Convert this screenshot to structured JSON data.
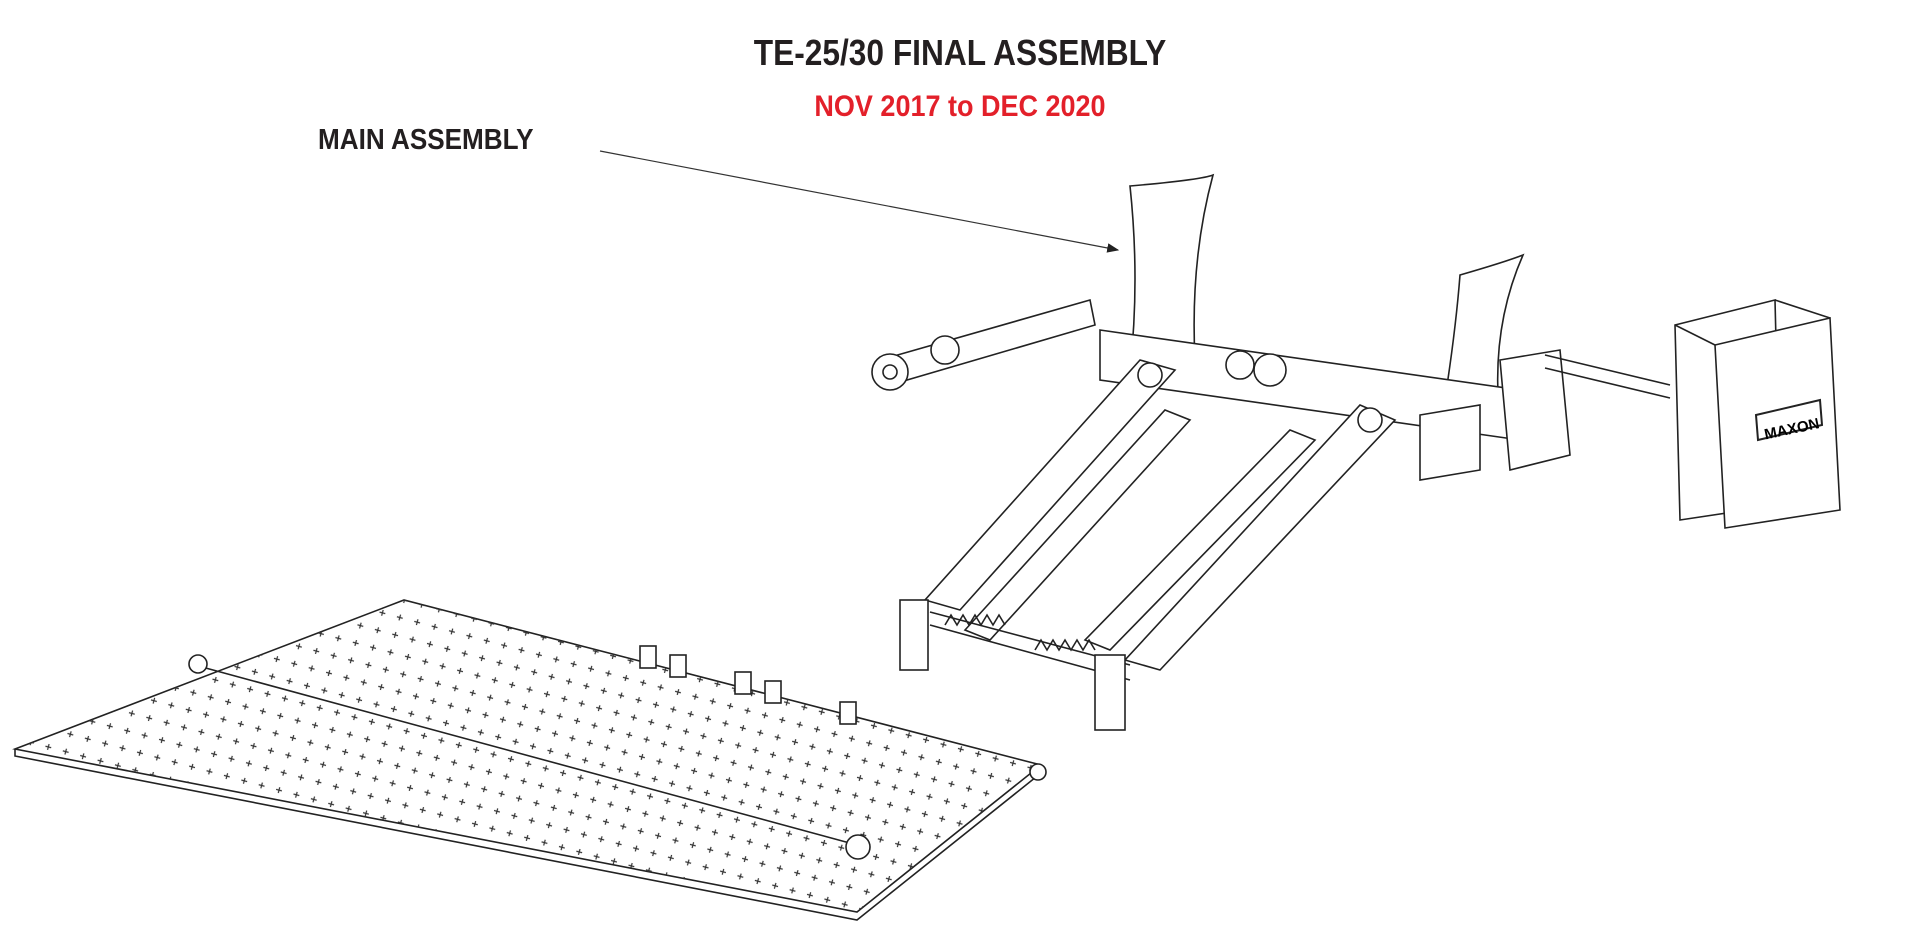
{
  "title": "TE-25/30 FINAL ASSEMBLY",
  "subtitle": "NOV 2017 to DEC 2020",
  "callouts": [
    {
      "label": "MAIN ASSEMBLY"
    }
  ],
  "logo": {
    "text": "MAXON"
  },
  "colors": {
    "title": "#231f20",
    "subtitle": "#e3202a"
  }
}
